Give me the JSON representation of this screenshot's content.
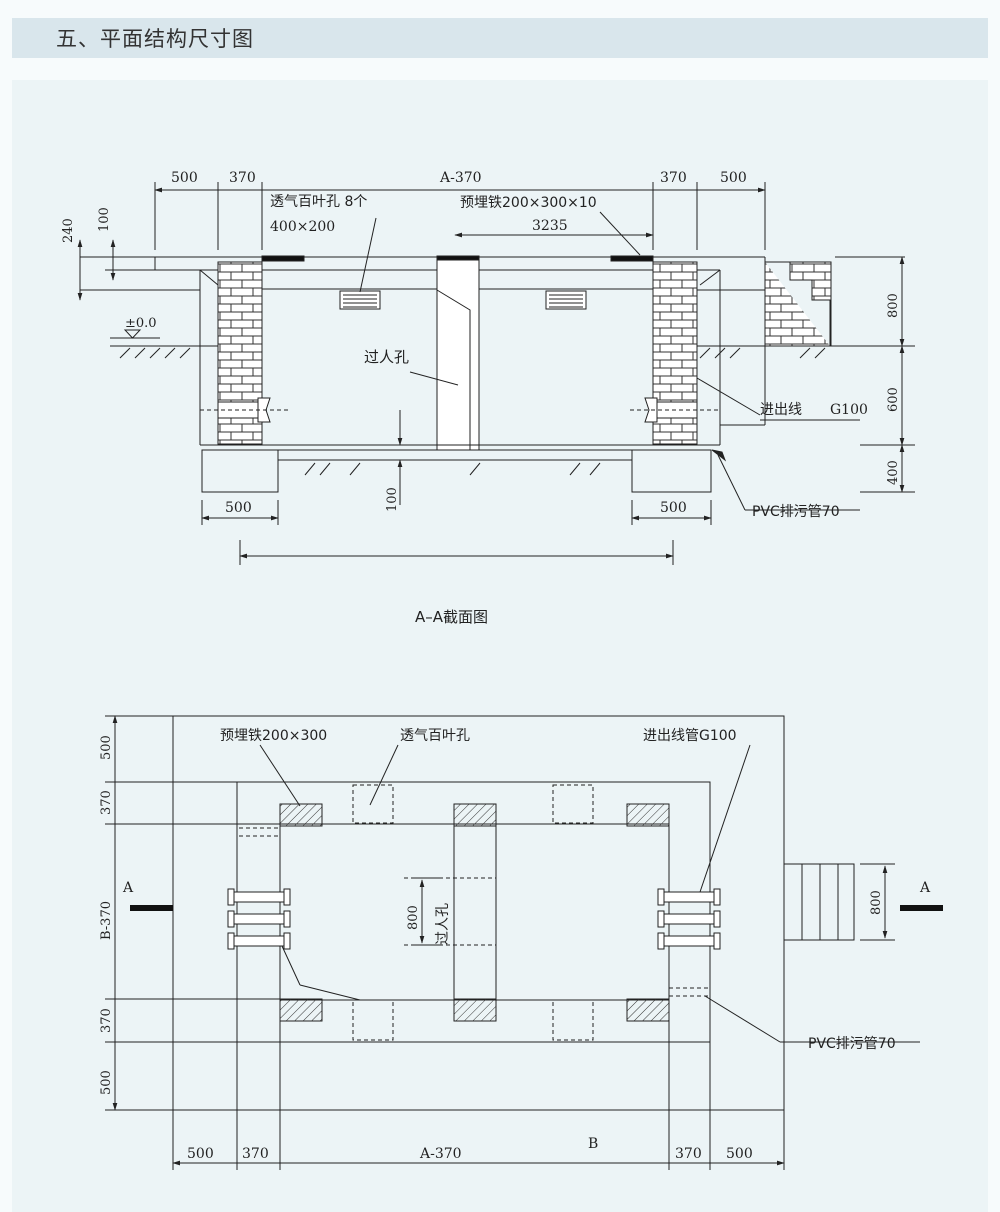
{
  "header": {
    "title": "五、平面结构尺寸图"
  },
  "section": {
    "dims_top": [
      "500",
      "370",
      "A-370",
      "370",
      "500"
    ],
    "dims_left": [
      "240",
      "100"
    ],
    "elevation": "±0.0",
    "label_vent": "透气百叶孔 8个",
    "label_vent_size": "400×200",
    "label_embed": "预埋铁200×300×10",
    "dim_3235": "3235",
    "label_manhole": "过人孔",
    "label_pipe": "进出线",
    "label_pipe_size": "G100",
    "label_pvc": "PVC排污管70",
    "dims_right": [
      "800",
      "600",
      "400"
    ],
    "dim_100": "100",
    "dims_bottom": [
      "500",
      "500"
    ],
    "caption": "A–A截面图"
  },
  "plan": {
    "dims_left": [
      "500",
      "370",
      "B-370",
      "370",
      "500"
    ],
    "label_embed": "预埋铁200×300",
    "label_vent": "透气百叶孔",
    "label_pipe": "进出线管G100",
    "label_manhole": "过人孔",
    "dim_800_left": "800",
    "dim_800_right": "800",
    "section_a_left": "A",
    "section_a_right": "A",
    "label_pvc": "PVC排污管70",
    "label_b": "B",
    "dims_bottom": [
      "500",
      "370",
      "A-370",
      "370",
      "500"
    ]
  }
}
